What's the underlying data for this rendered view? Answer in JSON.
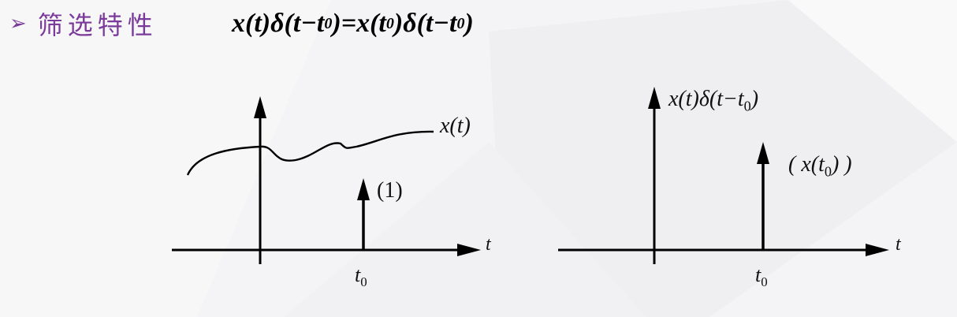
{
  "header": {
    "bullet": "➢",
    "title": "筛选特性",
    "formula": {
      "lhs_x": "x",
      "lhs_t": "t",
      "delta": "δ",
      "arg_t": "t",
      "minus": " − ",
      "t0_t": "t",
      "t0_sub": "0",
      "equals": " = ",
      "rhs_x": "x",
      "rhs_t": "t",
      "rhs_sub": "0",
      "delta2": "δ",
      "arg2_t": "t",
      "minus2": " − ",
      "t02_t": "t",
      "t02_sub": "0"
    }
  },
  "left_plot": {
    "curve_label": "x(t)",
    "impulse_label": "(1)",
    "axis_label": "t",
    "tick_t": "t",
    "tick_sub": "0"
  },
  "right_plot": {
    "y_label": "x(t)δ(t−t",
    "y_label_sub": "0",
    "y_label_end": ")",
    "impulse_label": "( x(t",
    "impulse_label_sub": "0",
    "impulse_label_end": ") )",
    "axis_label": "t",
    "tick_t": "t",
    "tick_sub": "0"
  },
  "colors": {
    "accent": "#7a3b9b",
    "ink": "#000000"
  }
}
